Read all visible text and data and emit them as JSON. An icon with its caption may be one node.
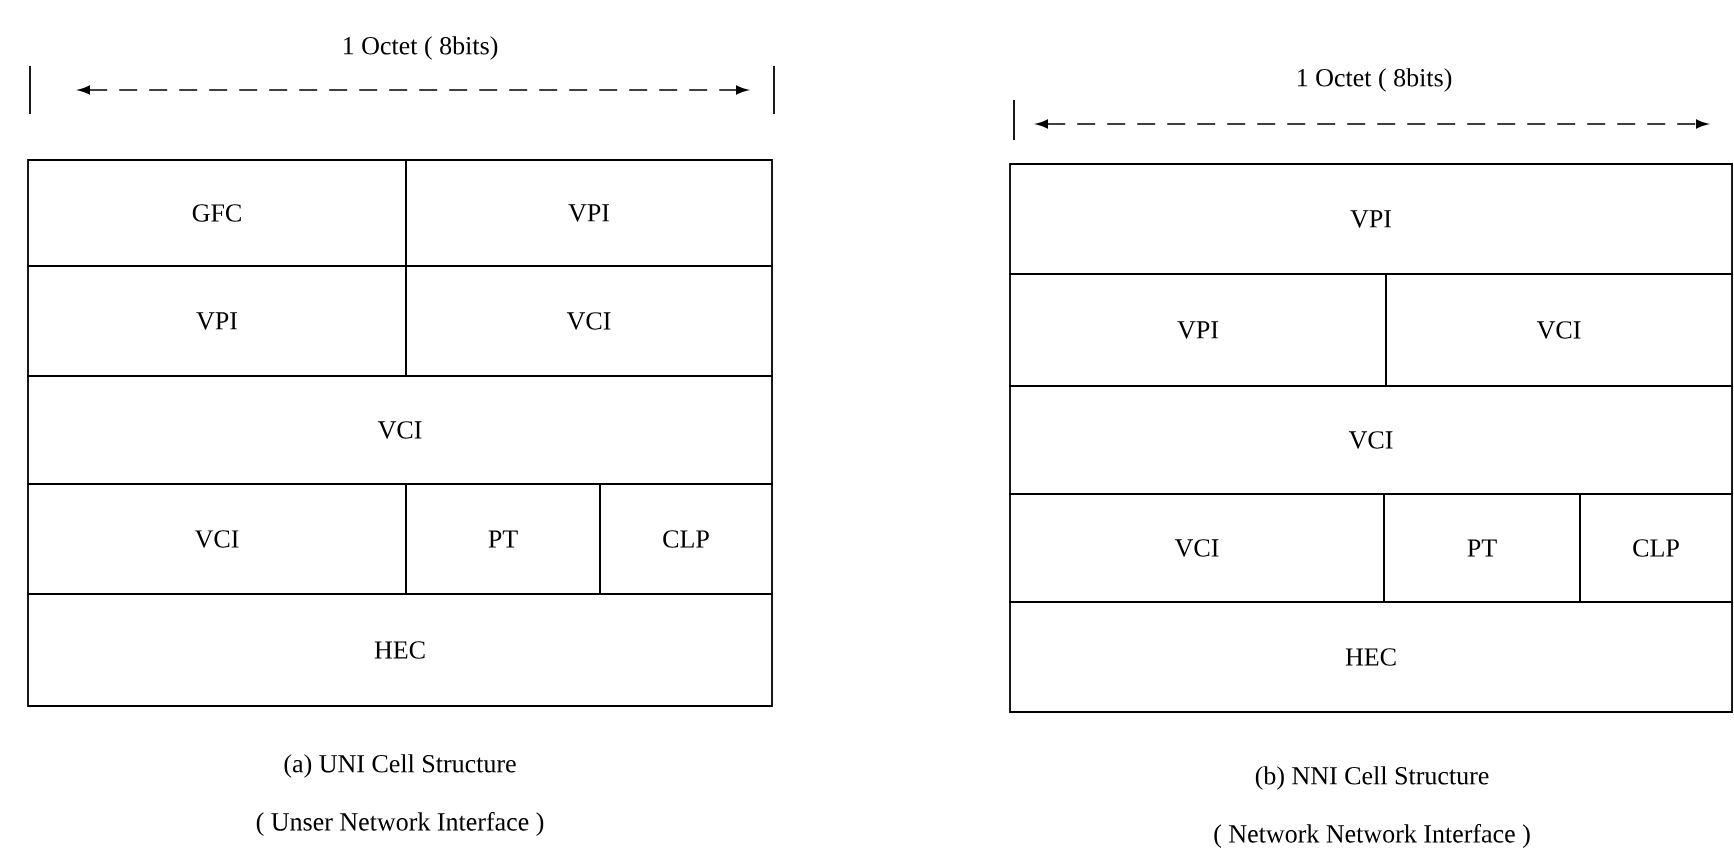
{
  "diagram": {
    "nodes": [
      {
        "text": [
          "GFC"
        ]
      },
      {
        "text": [
          "VPI"
        ]
      },
      {
        "text": [
          "VPI"
        ]
      },
      {
        "text": [
          "VCI"
        ]
      },
      {
        "text": [
          "VCI"
        ]
      },
      {
        "text": [
          "VCI"
        ]
      },
      {
        "text": [
          "PT"
        ]
      },
      {
        "text": [
          "CLP"
        ]
      },
      {
        "text": [
          "HEC"
        ]
      },
      {
        "text": [
          "VPI"
        ]
      },
      {
        "text": [
          "VPI"
        ]
      },
      {
        "text": [
          "VCI"
        ]
      },
      {
        "text": [
          "VCI"
        ]
      },
      {
        "text": [
          "VCI"
        ]
      },
      {
        "text": [
          "PT"
        ]
      },
      {
        "text": [
          "CLP"
        ]
      },
      {
        "text": [
          "HEC"
        ]
      }
    ],
    "edges": [],
    "labels": [
      "1 Octet ( 8bits)",
      "(a) UNI Cell Structure",
      "( Unser Network Interface )",
      "1 Octet ( 8bits)",
      "(b) NNI Cell Structure",
      "( Network Network Interface )"
    ]
  }
}
